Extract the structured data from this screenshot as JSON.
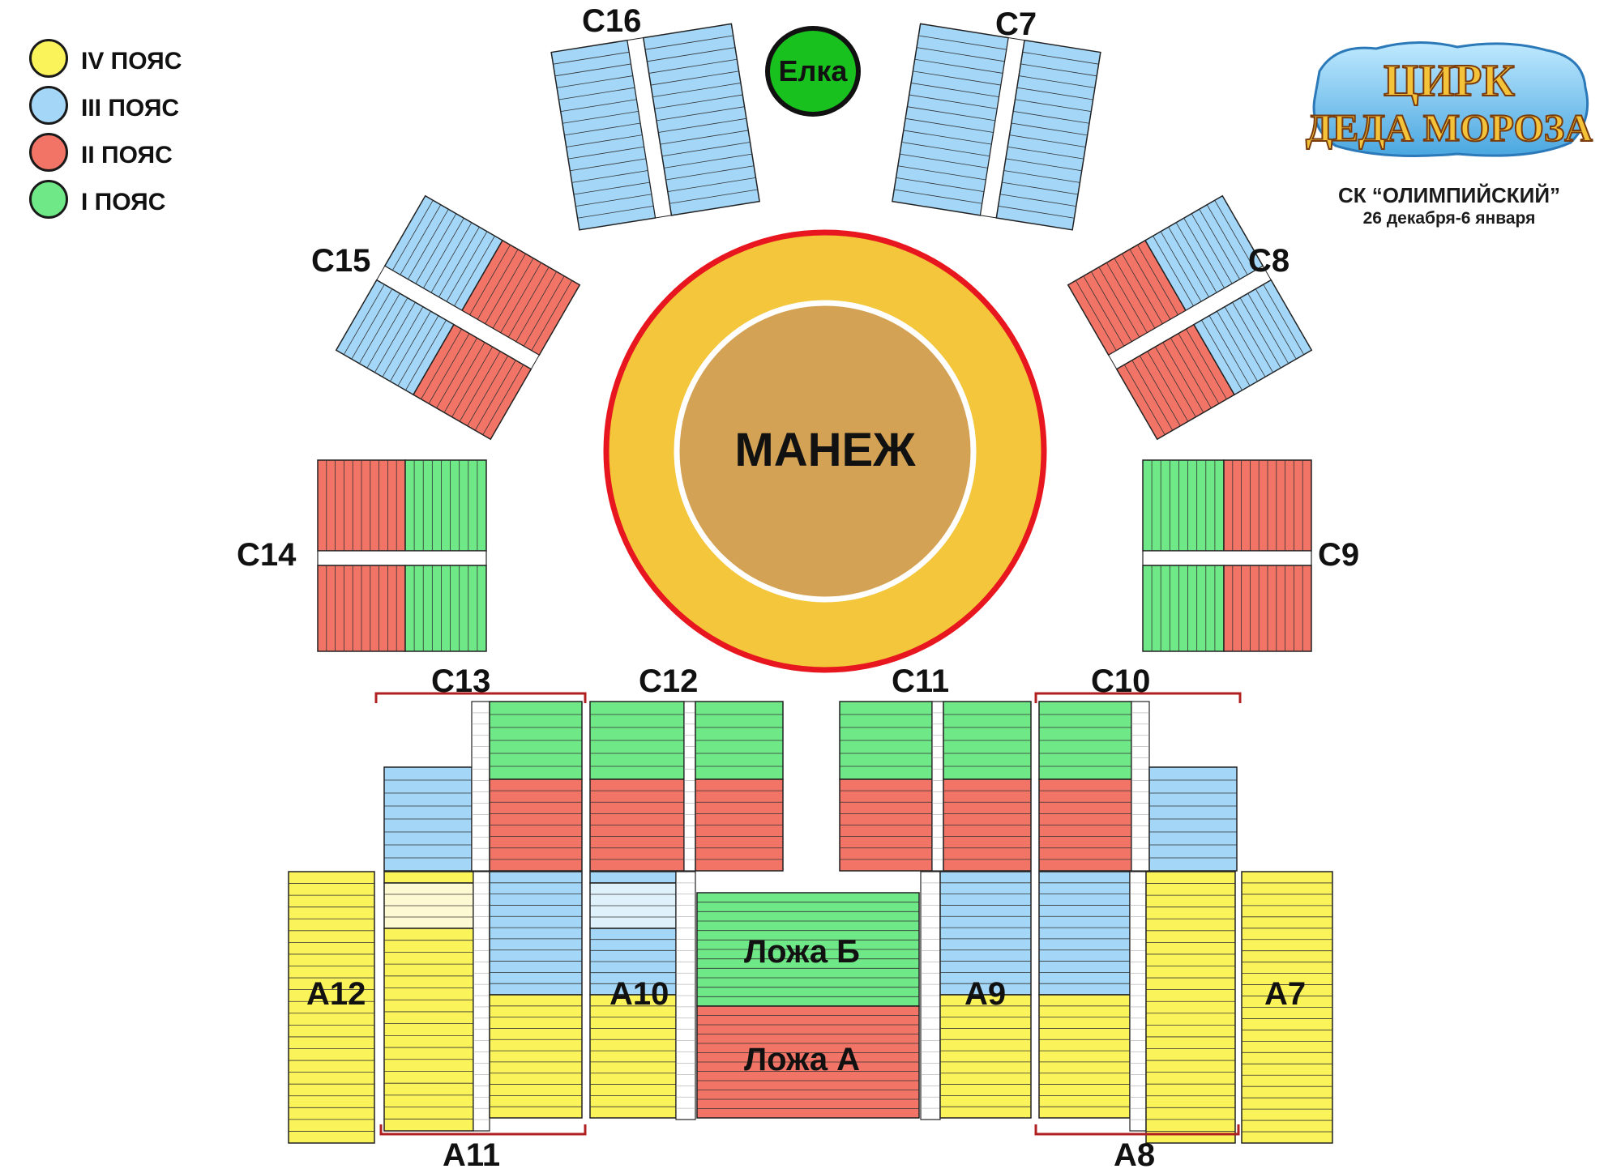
{
  "colors": {
    "yellow": "#fbf35a",
    "blue": "#a3d6f7",
    "red": "#f27466",
    "green": "#6fe887",
    "arena_ring": "#f3c63c",
    "arena_center": "#d4a254",
    "arena_border": "#e8161e",
    "tree": "#19c11f"
  },
  "legend": [
    {
      "label": "IV ПОЯС",
      "color": "#fbf35a"
    },
    {
      "label": "III ПОЯС",
      "color": "#a3d6f7"
    },
    {
      "label": "II ПОЯС",
      "color": "#f27466"
    },
    {
      "label": "I ПОЯС",
      "color": "#6fe887"
    }
  ],
  "brand": {
    "logo_line1": "ЦИРК",
    "logo_line2": "ДЕДА МОРОЗА",
    "venue": "СК “ОЛИМПИЙСКИЙ”",
    "dates": "26 декабря-6 января"
  },
  "tree_label": "Елка",
  "arena_label": "МАНЕЖ",
  "boxes": {
    "b": "Ложа Б",
    "a": "Ложа А"
  },
  "sectors": {
    "c7": "C7",
    "c8": "C8",
    "c9": "C9",
    "c10": "C10",
    "c11": "C11",
    "c12": "C12",
    "c13": "C13",
    "c14": "C14",
    "c15": "C15",
    "c16": "C16",
    "a7": "A7",
    "a8": "A8",
    "a9": "A9",
    "a10": "A10",
    "a11": "A11",
    "a12": "A12"
  }
}
